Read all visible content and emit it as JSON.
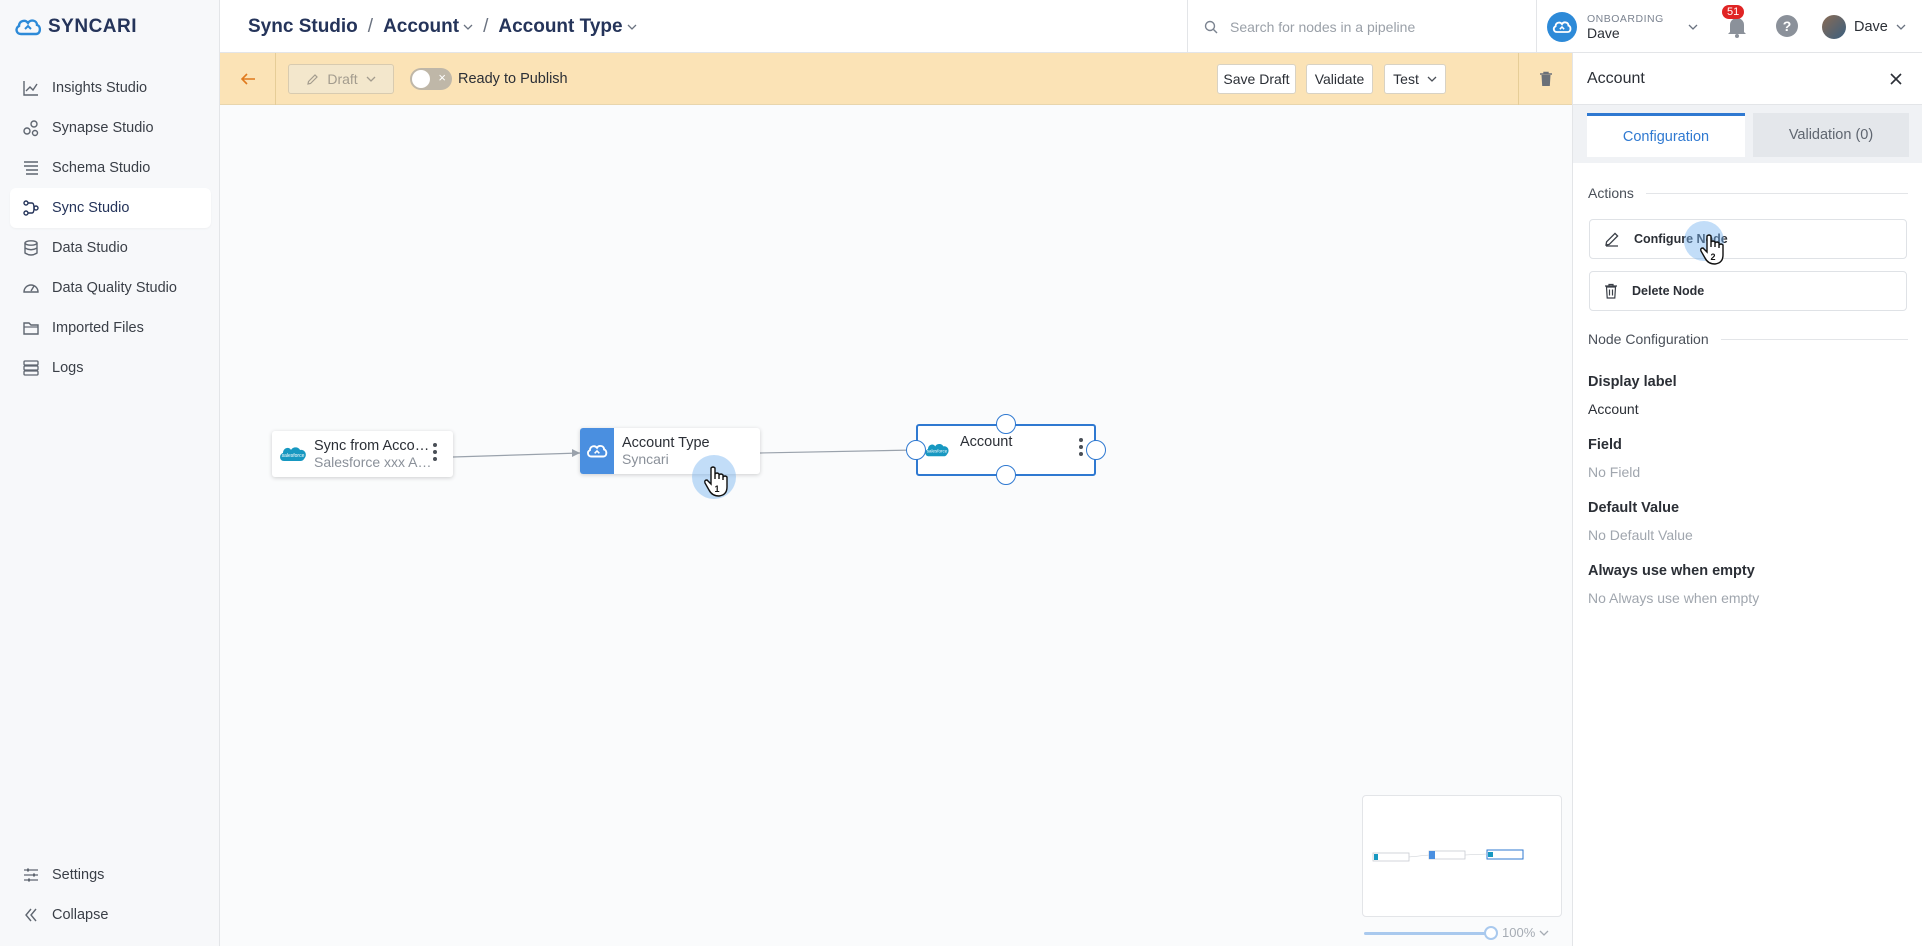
{
  "app": {
    "logo_text": "SYNCARI"
  },
  "sidebar": {
    "items": [
      {
        "label": "Insights Studio",
        "icon": "chart-line-icon"
      },
      {
        "label": "Synapse Studio",
        "icon": "nodes-icon"
      },
      {
        "label": "Schema Studio",
        "icon": "list-icon"
      },
      {
        "label": "Sync Studio",
        "icon": "flow-icon",
        "active": true
      },
      {
        "label": "Data Studio",
        "icon": "database-icon"
      },
      {
        "label": "Data Quality Studio",
        "icon": "gauge-icon"
      },
      {
        "label": "Imported Files",
        "icon": "folder-icon"
      },
      {
        "label": "Logs",
        "icon": "logs-icon"
      }
    ],
    "bottom": [
      {
        "label": "Settings",
        "icon": "sliders-icon"
      },
      {
        "label": "Collapse",
        "icon": "double-chevron-left-icon"
      }
    ]
  },
  "header": {
    "breadcrumbs": [
      "Sync Studio",
      "Account",
      "Account Type"
    ],
    "separator": "/",
    "search_placeholder": "Search for nodes in a pipeline",
    "org_label": "ONBOARDING",
    "org_name": "Dave",
    "notifications": "51",
    "help": "?",
    "user_name": "Dave"
  },
  "toolbar": {
    "draft_label": "Draft",
    "toggle_label": "Ready to Publish",
    "save_draft": "Save Draft",
    "validate": "Validate",
    "test": "Test"
  },
  "canvas": {
    "nodes": [
      {
        "title": "Sync from Account...",
        "subtitle": "Salesforce xxx Acc..."
      },
      {
        "title": "Account Type",
        "subtitle": "Syncari"
      },
      {
        "title": "Account",
        "subtitle": ""
      }
    ],
    "click_markers": [
      "1",
      "2"
    ],
    "zoom": "100%"
  },
  "panel": {
    "title": "Account",
    "tabs": [
      "Configuration",
      "Validation (0)"
    ],
    "actions_title": "Actions",
    "actions": [
      "Configure Node",
      "Delete Node"
    ],
    "node_config_title": "Node Configuration",
    "fields": [
      {
        "label": "Display label",
        "value": "Account"
      },
      {
        "label": "Field",
        "value": "No Field"
      },
      {
        "label": "Default Value",
        "value": "No Default Value"
      },
      {
        "label": "Always use when empty",
        "value": "No Always use when empty"
      }
    ]
  },
  "colors": {
    "brand": "#25345a",
    "accent": "#2f79d1",
    "toolbar_bg": "#fbe3b6",
    "salesforce": "#1798c1",
    "syncari_node": "#4a8fe0"
  }
}
